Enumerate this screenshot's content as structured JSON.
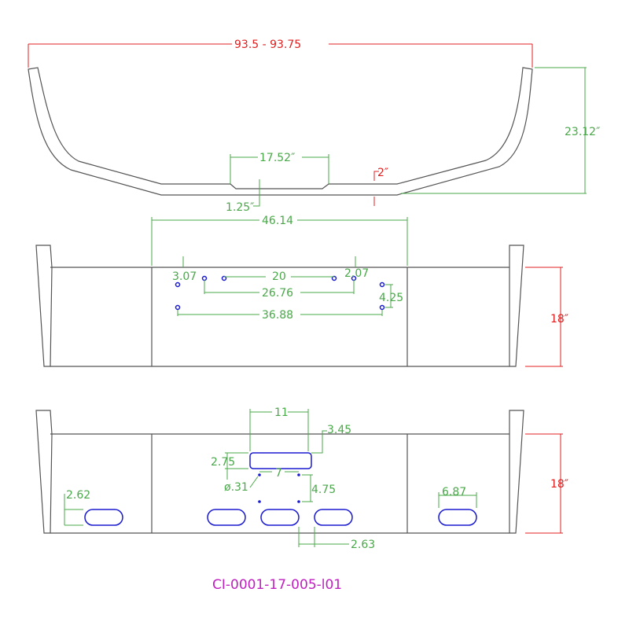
{
  "top_view": {
    "overall_width": "93.5  -  93.75",
    "height": "23.12″",
    "center_recess_width": "17.52″",
    "recess_depth": "1.25″",
    "step": "2″"
  },
  "front_view": {
    "center_width": "46.14",
    "hole_offset_left": "3.07",
    "hole_offset_right": "2.07",
    "inner_spacing": "20",
    "middle_spacing": "26.76",
    "outer_spacing": "36.88",
    "vertical_spacing": "4.25",
    "height": "18″"
  },
  "bottom_view": {
    "slot_width": "11",
    "slot_offset": "3.45",
    "slot_height": "2.75",
    "hole_diameter": "ø.31",
    "hole_spacing": "7",
    "hole_vertical": "4.75",
    "left_slot": "2.62",
    "right_slot": "6.87",
    "lower_offset": "2.63",
    "height": "18″"
  },
  "part_number": "CI-0001-17-005-l01",
  "colors": {
    "dimension": "#4aa84a",
    "overall": "#e02020",
    "feature": "#1a1ad0",
    "part_number": "#c020c0"
  }
}
